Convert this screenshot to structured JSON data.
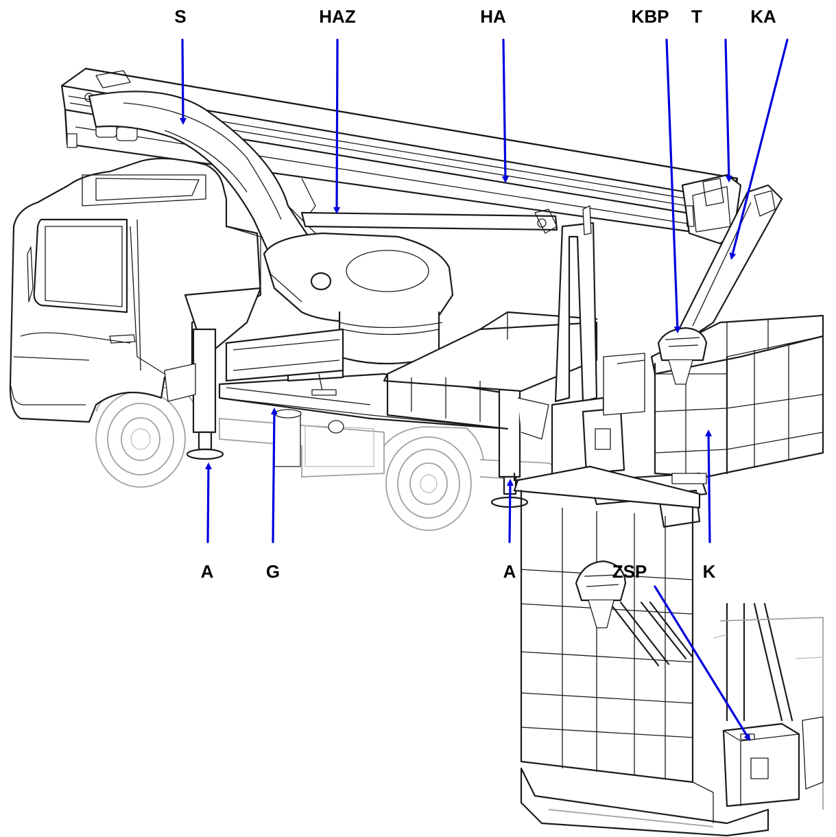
{
  "colors": {
    "pointer": "#0000dd",
    "ink": "#1a1a1a",
    "faint": "#a0a0a0",
    "label": "#000000"
  },
  "labels": {
    "S": "S",
    "HAZ": "HAZ",
    "HA": "HA",
    "KBP": "KBP",
    "T": "T",
    "KA": "KA",
    "A_front": "A",
    "G": "G",
    "A_rear": "A",
    "ZSP": "ZSP",
    "K": "K"
  }
}
